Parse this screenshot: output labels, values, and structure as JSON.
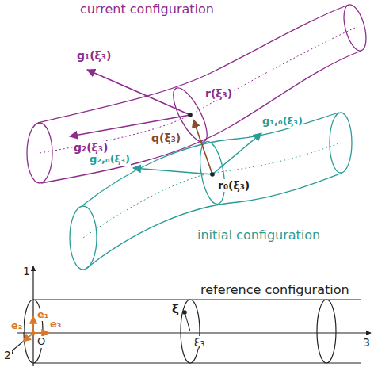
{
  "diagram": {
    "labels": [
      "current configuration",
      "g₁(ξ₃)",
      "r(ξ₃)",
      "g₂(ξ₃)",
      "q(ξ₃)",
      "g₁,₀(ξ₃)",
      "g₂,₀(ξ₃)",
      "r₀(ξ₃)",
      "initial configuration",
      "reference configuration",
      "1",
      "e₁",
      "e₃",
      "O",
      "e₂",
      "ξ",
      "ξ₃",
      "2",
      "3"
    ]
  }
}
